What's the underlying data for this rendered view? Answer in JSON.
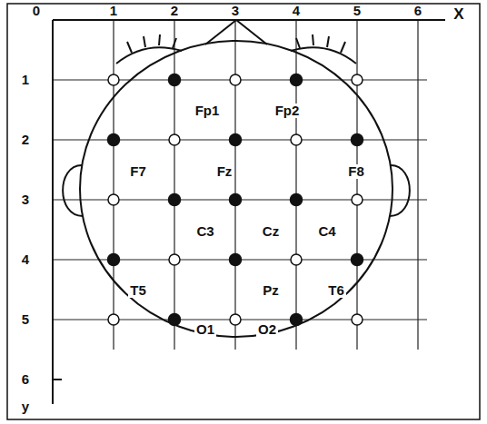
{
  "diagram": {
    "labels": [
      "0",
      "1",
      "2",
      "3",
      "4",
      "5",
      "6",
      "X",
      "1",
      "2",
      "3",
      "4",
      "5",
      "6",
      "y",
      "Fp1",
      "Fp2",
      "F7",
      "Fz",
      "F8",
      "C3",
      "Cz",
      "C4",
      "T5",
      "Pz",
      "T6",
      "O1",
      "O2"
    ]
  }
}
